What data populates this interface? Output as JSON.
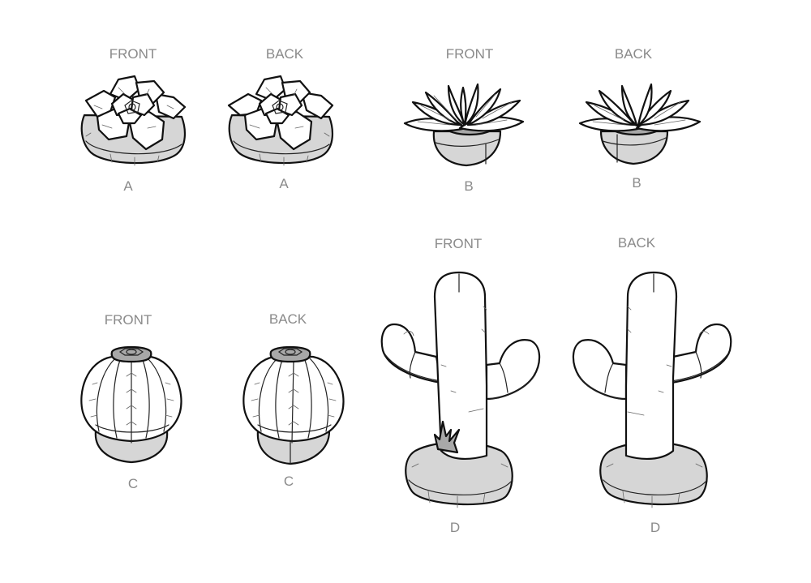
{
  "colors": {
    "label": "#8a8a8a",
    "outline": "#111111",
    "fabric_light": "#d6d6d6",
    "fabric_mid": "#a8a8a8",
    "fabric_white": "#ffffff"
  },
  "views": [
    {
      "id": "A-front",
      "view_label": "FRONT",
      "style_label": "A",
      "subject": "rosette succulent on round cushion base"
    },
    {
      "id": "A-back",
      "view_label": "BACK",
      "style_label": "A",
      "subject": "rosette succulent on round cushion base"
    },
    {
      "id": "B-front",
      "view_label": "FRONT",
      "style_label": "B",
      "subject": "spiky agave succulent in bowl pot"
    },
    {
      "id": "B-back",
      "view_label": "BACK",
      "style_label": "B",
      "subject": "spiky agave succulent in bowl pot"
    },
    {
      "id": "C-front",
      "view_label": "FRONT",
      "style_label": "C",
      "subject": "round barrel cactus with flower top"
    },
    {
      "id": "C-back",
      "view_label": "BACK",
      "style_label": "C",
      "subject": "round barrel cactus with flower top"
    },
    {
      "id": "D-front",
      "view_label": "FRONT",
      "style_label": "D",
      "subject": "saguaro cactus with two arms on cushion base"
    },
    {
      "id": "D-back",
      "view_label": "BACK",
      "style_label": "D",
      "subject": "saguaro cactus with two arms on cushion base"
    }
  ]
}
